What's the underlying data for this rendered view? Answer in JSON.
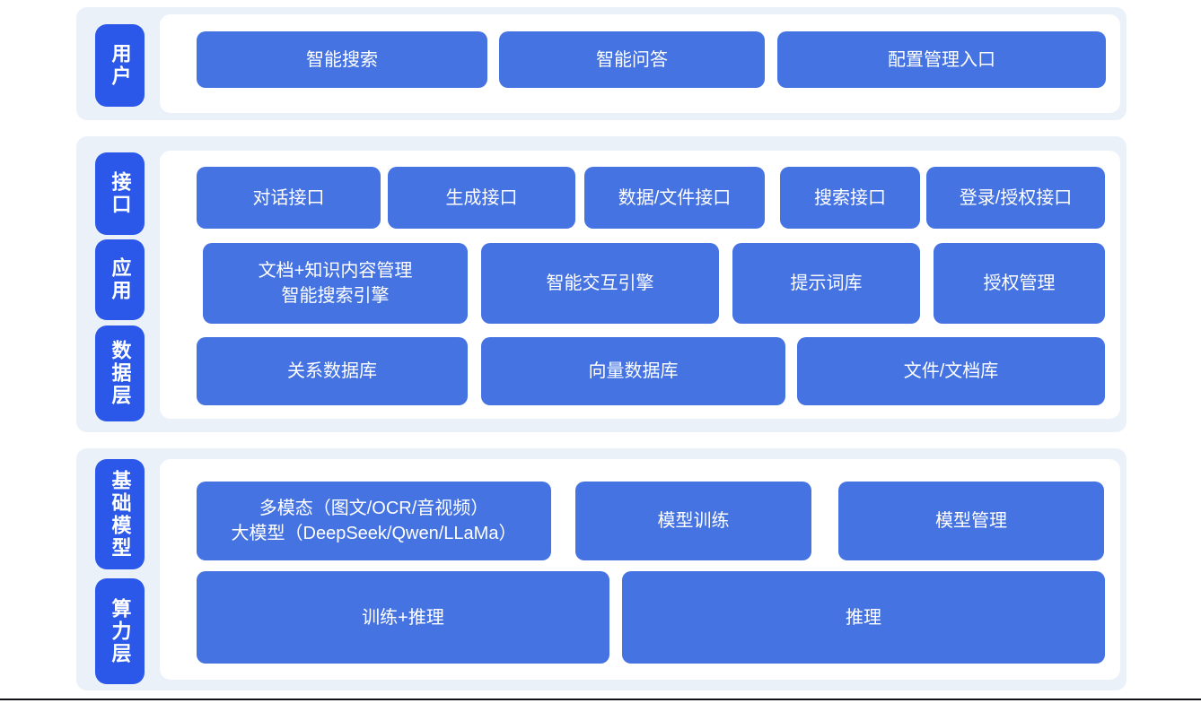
{
  "colors": {
    "section_bg": "#EBF1F9",
    "panel_bg": "#FFFFFF",
    "box_blue": "#4573E2",
    "layer_label_blue": "#2B58E8",
    "text": "#FFFFFF",
    "bottom_rule": "#0F1115"
  },
  "sections": [
    {
      "name": "user-layer",
      "labels": [
        {
          "text": "用户"
        }
      ],
      "rows": [
        {
          "boxes": [
            {
              "label": "智能搜索"
            },
            {
              "label": "智能问答"
            },
            {
              "label": "配置管理入口"
            }
          ]
        }
      ]
    },
    {
      "name": "interface-application-data-layer",
      "labels": [
        {
          "text": "接口"
        },
        {
          "text": "应用"
        },
        {
          "text": "数据层"
        }
      ],
      "rows": [
        {
          "boxes": [
            {
              "label": "对话接口"
            },
            {
              "label": "生成接口"
            },
            {
              "label": "数据/文件接口"
            },
            {
              "label": "搜索接口"
            },
            {
              "label": "登录/授权接口"
            }
          ]
        },
        {
          "boxes": [
            {
              "line1": "文档+知识内容管理",
              "line2": "智能搜索引擎"
            },
            {
              "label": "智能交互引擎"
            },
            {
              "label": "提示词库"
            },
            {
              "label": "授权管理"
            }
          ]
        },
        {
          "boxes": [
            {
              "label": "关系数据库"
            },
            {
              "label": "向量数据库"
            },
            {
              "label": "文件/文档库"
            }
          ]
        }
      ]
    },
    {
      "name": "foundation-model-compute-layer",
      "labels": [
        {
          "text": "基础模型"
        },
        {
          "text": "算力层"
        }
      ],
      "rows": [
        {
          "boxes": [
            {
              "line1": "多模态（图文/OCR/音视频）",
              "line2": "大模型（DeepSeek/Qwen/LLaMa）"
            },
            {
              "label": "模型训练"
            },
            {
              "label": "模型管理"
            }
          ]
        },
        {
          "boxes": [
            {
              "label": "训练+推理"
            },
            {
              "label": "推理"
            }
          ]
        }
      ]
    }
  ]
}
